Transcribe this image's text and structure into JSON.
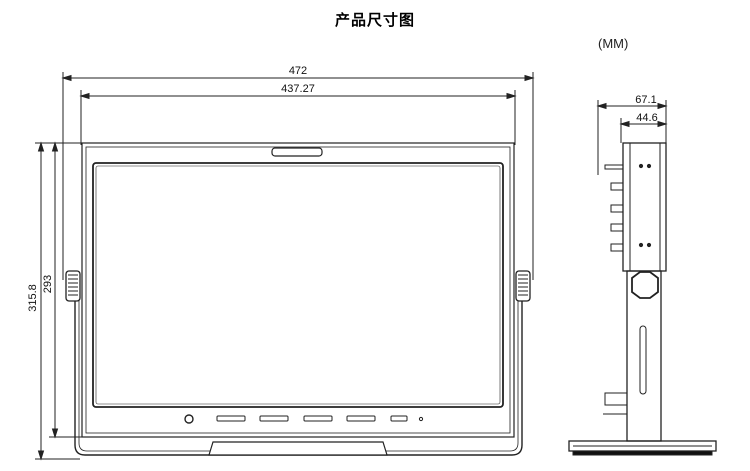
{
  "title": "产品尺寸图",
  "unit": "(MM)",
  "front_view": {
    "outer_width": "472",
    "inner_width": "437.27",
    "outer_height": "315.8",
    "inner_height": "293"
  },
  "side_view": {
    "total_depth": "67.1",
    "body_depth": "44.6"
  }
}
